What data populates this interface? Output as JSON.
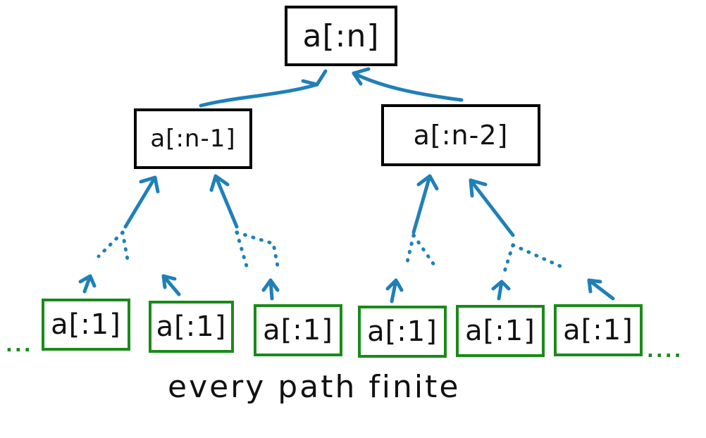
{
  "nodes": {
    "root": "a[:n]",
    "left": "a[:n-1]",
    "right": "a[:n-2]"
  },
  "leaves": [
    "a[:1]",
    "a[:1]",
    "a[:1]",
    "a[:1]",
    "a[:1]",
    "a[:1]"
  ],
  "ellipsis_left": "...",
  "ellipsis_right": "....",
  "caption": "every path finite",
  "colors": {
    "arrow": "#1f80b8",
    "leaf_border": "#1a8a1a",
    "node_border": "#000000"
  }
}
